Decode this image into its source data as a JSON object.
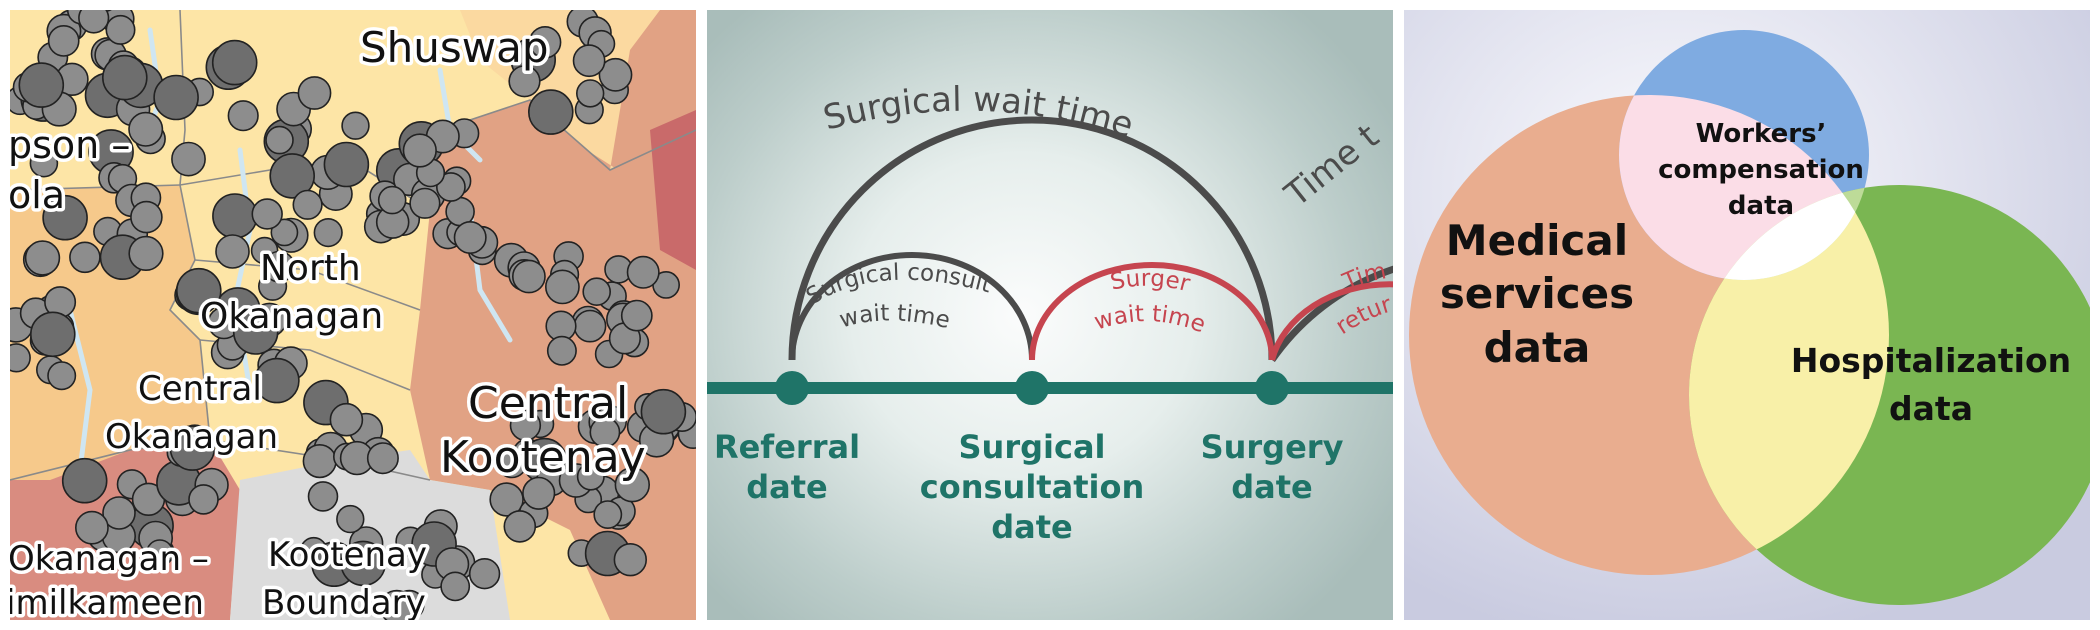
{
  "map": {
    "labels": {
      "shuswap": "Shuswap",
      "thompson_nicola": [
        "pson –",
        "ola"
      ],
      "north_okanagan": [
        "North",
        "Okanagan"
      ],
      "central_okanagan": [
        "Central",
        "Okanagan"
      ],
      "central_kootenay": [
        "Central",
        "Kootenay"
      ],
      "okanagan_similkameen": [
        "Okanagan –",
        "imilkameen"
      ],
      "kootenay_boundary": [
        "Kootenay",
        "Boundary"
      ]
    },
    "colors": {
      "light": "#fde5a6",
      "medium": "#f6c98b",
      "dark": "#e1a284",
      "red": "#c96a6a",
      "grey": "#dcdcdc",
      "marker": "#8d8d8d",
      "marker_dark": "#6e6e6e"
    }
  },
  "timeline": {
    "arcs": {
      "surgical_wait": "Surgical wait time",
      "time_to": "Time t",
      "consult_line1": "Surgical consult",
      "consult_line2": "wait time",
      "surgery_line1": "Surgery",
      "surgery_line2": "wait time",
      "return_line1": "Tim",
      "return_line2": "return-"
    },
    "milestones": {
      "referral": [
        "Referral",
        "date"
      ],
      "consultation": [
        "Surgical",
        "consultation",
        "date"
      ],
      "surgery": [
        "Surgery",
        "date"
      ]
    },
    "colors": {
      "line": "#1f7468",
      "arc_dark": "#4b4b4b",
      "arc_red": "#c6454f"
    }
  },
  "venn": {
    "medical": [
      "Medical",
      "services",
      "data"
    ],
    "workers": [
      "Workers’",
      "compensation",
      "data"
    ],
    "hospitalization": [
      "Hospitalization",
      "data"
    ],
    "colors": {
      "medical": "#e9ad8f",
      "workers": "#7fabe1",
      "hospitalization": "#7ab652",
      "med_work": "#fbdde7",
      "med_hosp": "#f8f0a8",
      "work_hosp": "#bddb98",
      "center": "#ffffff"
    }
  }
}
